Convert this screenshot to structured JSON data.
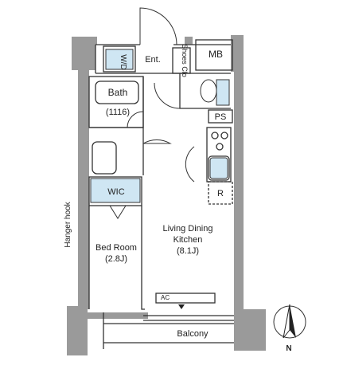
{
  "rooms": {
    "wd": "W/D",
    "entrance": "Ent.",
    "shoes_closet": "Shoes Clo",
    "mb": "MB",
    "bath": "Bath",
    "bath_size": "(1116)",
    "ps": "PS",
    "refrigerator": "R",
    "wic": "WIC",
    "hanger_hook": "Hanger hook",
    "bedroom": "Bed Room",
    "bedroom_size": "(2.8J)",
    "ldk_line1": "Living Dining",
    "ldk_line2": "Kitchen",
    "ldk_size": "(8.1J)",
    "ac": "AC",
    "balcony": "Balcony",
    "north": "N"
  },
  "colors": {
    "wall": "#9a9a9a",
    "fixture_fill": "#cfe6f3",
    "outline": "#333333",
    "background": "#ffffff"
  }
}
